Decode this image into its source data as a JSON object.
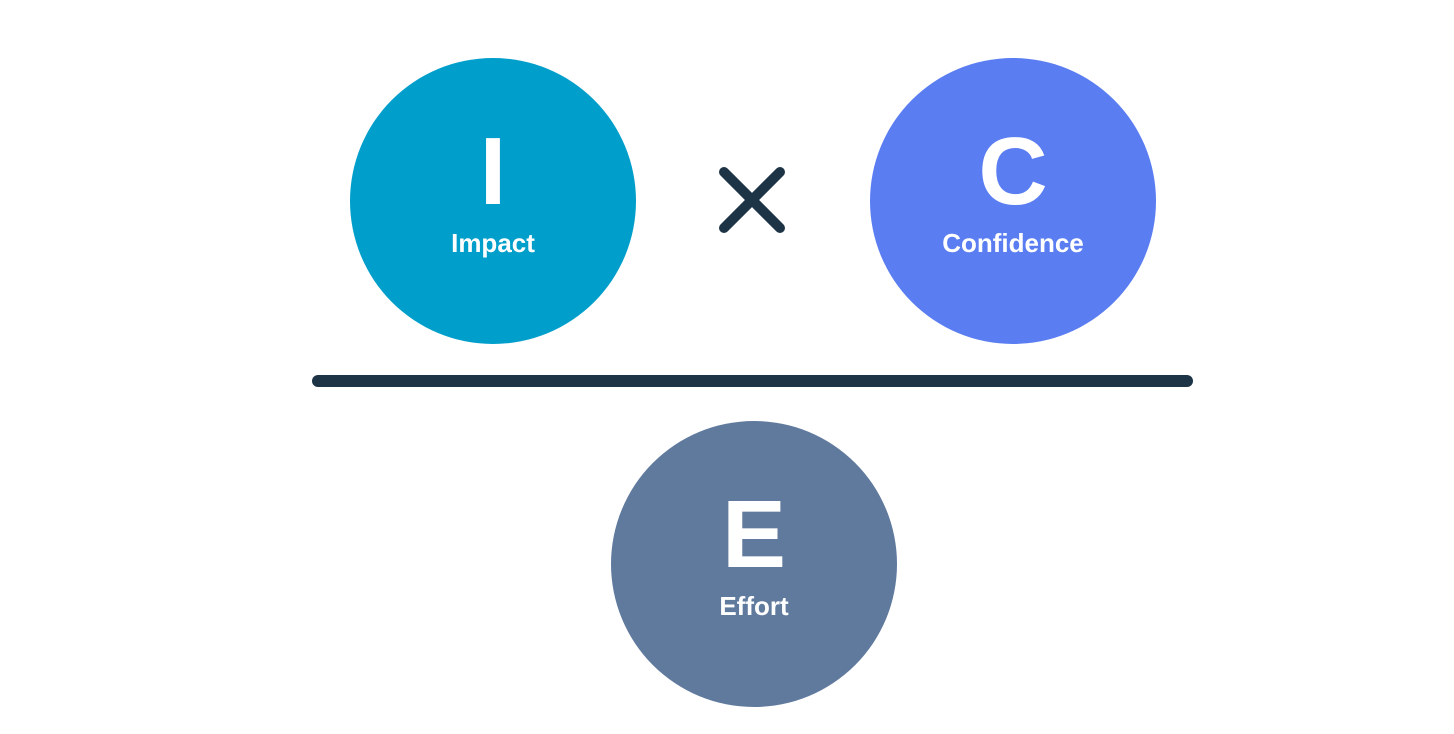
{
  "formula": {
    "numerator": {
      "left": {
        "letter": "I",
        "label": "Impact",
        "color": "#009fcb"
      },
      "operator": {
        "icon": "multiply-icon",
        "color": "#1d3447"
      },
      "right": {
        "letter": "C",
        "label": "Confidence",
        "color": "#5a7df2"
      }
    },
    "divider_color": "#1d3447",
    "denominator": {
      "letter": "E",
      "label": "Effort",
      "color": "#607a9e"
    }
  }
}
